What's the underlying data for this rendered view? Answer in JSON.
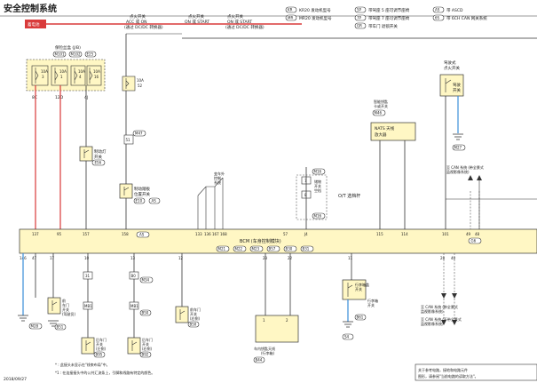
{
  "title": "安全控制系统",
  "footer_date": "2018/09/27",
  "colors": {
    "red": "#d93a3a",
    "blue": "#3a8ed9",
    "bcm_fill": "#fff7c4",
    "ink": "#333333"
  },
  "battery_label": "蓄电池",
  "top_labels": {
    "acc_on": [
      "点火开关",
      "ACC 或 ON",
      "(通过 DC/DC 转换器)"
    ],
    "ign_on": [
      "点火开关",
      "ON 或 START"
    ],
    "ign_start": [
      "点火开关",
      "ON 或 START",
      "(通过 DC/DC 转换器)"
    ]
  },
  "legend": [
    {
      "code": "KR",
      "text": "KR20 发动机型号"
    },
    {
      "code": "MR",
      "text": "MR20 发动机型号"
    },
    {
      "code": "5P",
      "text": "带驾座 5 座可调节座椅"
    },
    {
      "code": "7P",
      "text": "带驾座 7 座可调节座椅"
    },
    {
      "code": "GR",
      "text": "带车门 退锁开关"
    },
    {
      "code": "AS",
      "text": "带 ASCD"
    },
    {
      "code": "6S",
      "text": "带 6CH CAN 网关系统"
    }
  ],
  "fuse_block": {
    "label": "保险丝盒 (J/B)",
    "connectors": [
      "M101",
      "M102",
      "E25"
    ],
    "fuses": [
      {
        "rating": "10A",
        "num": "3"
      },
      {
        "rating": "10A",
        "num": "1"
      },
      {
        "rating": "10A",
        "num": "4"
      },
      {
        "rating": "10A",
        "num": "16"
      }
    ],
    "pins": [
      "8C",
      "12D",
      "4J"
    ]
  },
  "fuse_single": {
    "rating": "10A",
    "num": "52",
    "connector": "M47",
    "pin": "51"
  },
  "components": {
    "brake_switch": [
      "制动灯",
      "开关"
    ],
    "brake_conn": "E56",
    "clutch_switch": [
      "制动踏板",
      "位置开关"
    ],
    "clutch_conn": "E10",
    "clutch_badge": "AS",
    "left_text": [
      "变车外",
      "控制",
      "系统"
    ],
    "ot_switch": "O/T 选档杆",
    "ot_parts": [
      "储物",
      "开关",
      "空档"
    ],
    "ot_conns": [
      "M16",
      "7",
      "8",
      "M16"
    ],
    "nats": [
      "NATS 天线",
      "放大器"
    ],
    "nats_conn": "M46",
    "nats_hdr": [
      "智能钥匙",
      "卡或开关"
    ],
    "top_right_hdr": [
      "驾驶式",
      "点火开关"
    ],
    "top_right_switch": [
      "驾驶",
      "开关"
    ],
    "top_right_conn": "M27",
    "can_text": [
      "至 CAN 系统 (带全景式",
      "监视影像系统)"
    ]
  },
  "bcm": {
    "label": "BCM (车身控制模块)",
    "connectors": [
      "M21",
      "M22",
      "M23",
      "B57",
      "B30",
      "B31"
    ],
    "top_pins": [
      "137",
      "95",
      "157",
      "158",
      "133",
      "136",
      "167",
      "168",
      "57",
      "J4",
      "115",
      "114",
      "101",
      "49",
      "48"
    ],
    "bottom_pins": [
      "146",
      "47",
      "17",
      "10",
      "13",
      "12",
      "23",
      "22",
      "11",
      "28",
      "40"
    ],
    "badges": [
      "AS",
      "G6"
    ]
  },
  "bottom": {
    "door_front": [
      "前",
      "车门",
      "开关",
      "(驾驶员)"
    ],
    "door_front_conn": "B51",
    "door_front_conn2": "M28",
    "door_rear": [
      "后车门",
      "开关",
      "(左侧)"
    ],
    "door_rear_conn": "B95",
    "door_rear2": [
      "后车门",
      "开关",
      "(右侧)"
    ],
    "door_rear2_conn": "B92",
    "door_front_pass": [
      "前车门",
      "开关",
      "(右侧)"
    ],
    "door_front_pass_conn": "B50",
    "conn_labels": [
      "31",
      "B0",
      "M34",
      "MB1",
      "B50",
      "B51"
    ],
    "antenna": [
      "车内钥匙天线",
      "(行李箱)"
    ],
    "antenna_conn": "B44",
    "antenna_pins": [
      "1",
      "2"
    ],
    "trunk_sw": [
      "行李箱",
      "开关"
    ],
    "trunk_sw_box": [
      "行李箱盖",
      "开关"
    ],
    "trunk_conn": "B61",
    "trunk_gnd": "S4",
    "can_right": [
      "至 CAN 系统 (带全景式",
      "监视影像系统)",
      "至 CAN 系统 (不带全景式",
      "监视影像系统)"
    ]
  },
  "notes": [
    "* : 此接头未显示在\"线束布局\"中。",
    "*1 : 在连接接头中的公共汇流条上，引脚和线路有特定的颜色。"
  ],
  "note_box": [
    "关于参考电路，接地和电路元件",
    "图形，请参阅\"当前电路的读取方法\"。"
  ]
}
